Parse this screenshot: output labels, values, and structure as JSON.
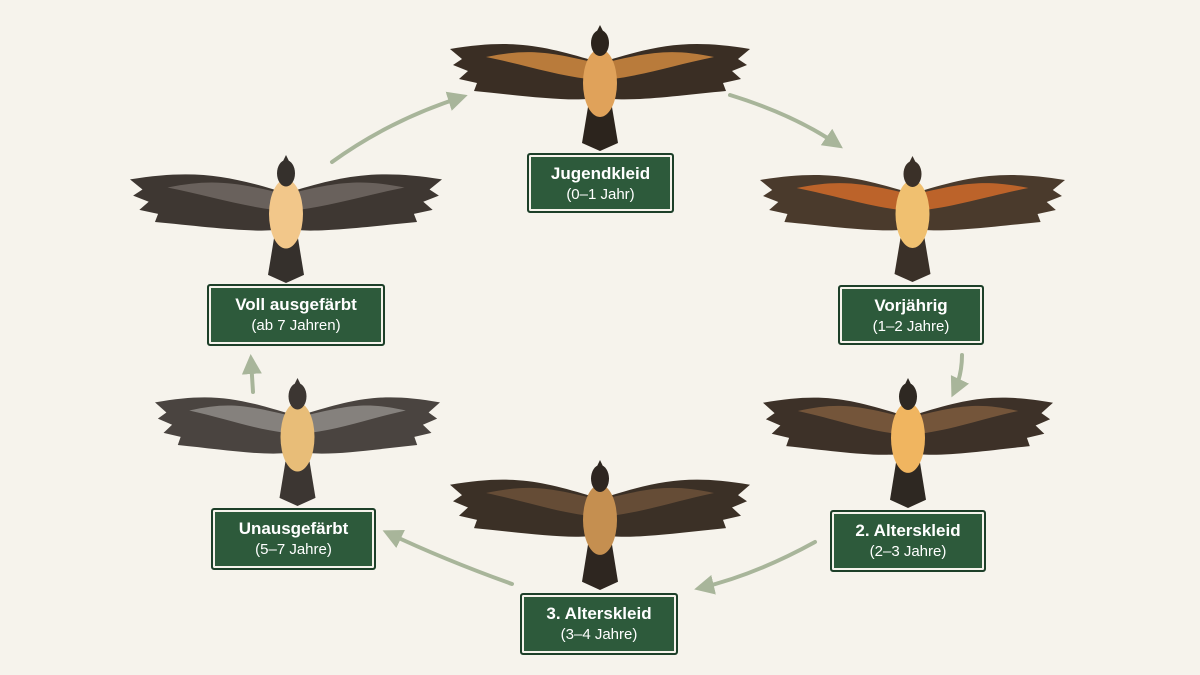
{
  "colors": {
    "background": "#f6f3ec",
    "label_fill": "#2d5a3b",
    "arrow": "#a8b59a"
  },
  "stages": [
    {
      "id": "juvenile",
      "name": "Jugendkleid",
      "age": "(0–1 Jahr)",
      "plumage": {
        "wing": "#3a2e24",
        "covert": "#c8843e",
        "body": "#e0a25a",
        "tail": "#2c241d"
      }
    },
    {
      "id": "second-year",
      "name": "Vorjährig",
      "age": "(1–2 Jahre)",
      "plumage": {
        "wing": "#4a3a2c",
        "covert": "#c9682a",
        "body": "#f0c070",
        "tail": "#3a3028"
      }
    },
    {
      "id": "second-adult",
      "name": "2. Alterskleid",
      "age": "(2–3 Jahre)",
      "plumage": {
        "wing": "#3d3128",
        "covert": "#7a5a3c",
        "body": "#f0b560",
        "tail": "#2e2822"
      }
    },
    {
      "id": "third-adult",
      "name": "3. Alterskleid",
      "age": "(3–4 Jahre)",
      "plumage": {
        "wing": "#3b3026",
        "covert": "#6a5038",
        "body": "#c58f50",
        "tail": "#2e2620"
      }
    },
    {
      "id": "immature",
      "name": "Unausgefärbt",
      "age": "(5–7 Jahre)",
      "plumage": {
        "wing": "#4a4440",
        "covert": "#8c8884",
        "body": "#e8bd78",
        "tail": "#3c3632"
      }
    },
    {
      "id": "adult",
      "name": "Voll ausgefärbt",
      "age": "(ab 7 Jahren)",
      "plumage": {
        "wing": "#3e3732",
        "covert": "#6e6660",
        "body": "#f2c78a",
        "tail": "#35302c"
      }
    }
  ]
}
